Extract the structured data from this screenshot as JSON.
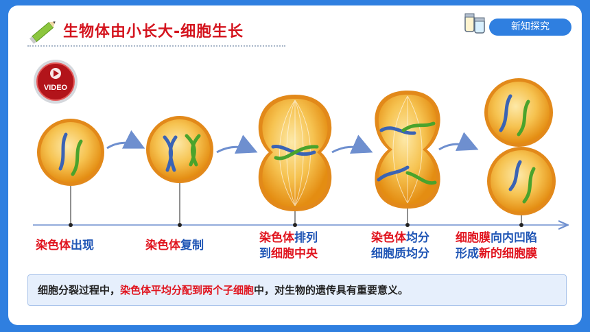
{
  "header": {
    "title": "生物体由小长大-细胞生长",
    "tag_label": "新知探究",
    "video_label": "VIDEO"
  },
  "colors": {
    "frame": "#2f7fe0",
    "title": "#d4141e",
    "label_red": "#e0141e",
    "label_blue": "#1f55b5",
    "chromosome_blue": "#3a63b4",
    "chromosome_green": "#4aa32c",
    "cell_fill": "#f3b53c",
    "cell_rim": "#e18a12"
  },
  "icons": [
    "pencil-icon",
    "jars-icon",
    "video-play-icon",
    "arrow-right-icon"
  ],
  "stages": [
    {
      "parts": [
        {
          "text": "染色体",
          "color": "red"
        },
        {
          "text": "出现",
          "color": "blue"
        }
      ]
    },
    {
      "parts": [
        {
          "text": "染色体",
          "color": "red"
        },
        {
          "text": "复制",
          "color": "blue"
        }
      ]
    },
    {
      "line1": [
        {
          "text": "染色体",
          "color": "red"
        },
        {
          "text": "排列",
          "color": "blue"
        }
      ],
      "line2": [
        {
          "text": "到",
          "color": "blue"
        },
        {
          "text": "细胞中央",
          "color": "red"
        }
      ]
    },
    {
      "line1": [
        {
          "text": "染色体",
          "color": "red"
        },
        {
          "text": "均分",
          "color": "blue"
        }
      ],
      "line2": [
        {
          "text": "细胞质",
          "color": "blue"
        },
        {
          "text": "均分",
          "color": "blue"
        }
      ]
    },
    {
      "line1": [
        {
          "text": "细胞膜",
          "color": "red"
        },
        {
          "text": "向内凹陷",
          "color": "blue"
        }
      ],
      "line2": [
        {
          "text": "形成",
          "color": "blue"
        },
        {
          "text": "新的细胞膜",
          "color": "red"
        }
      ]
    }
  ],
  "summary": {
    "part1": "细胞分裂过程中，",
    "highlight": "染色体平均分配到两个子细胞",
    "part2": "中，对生物的遗传具有重要意义。"
  }
}
